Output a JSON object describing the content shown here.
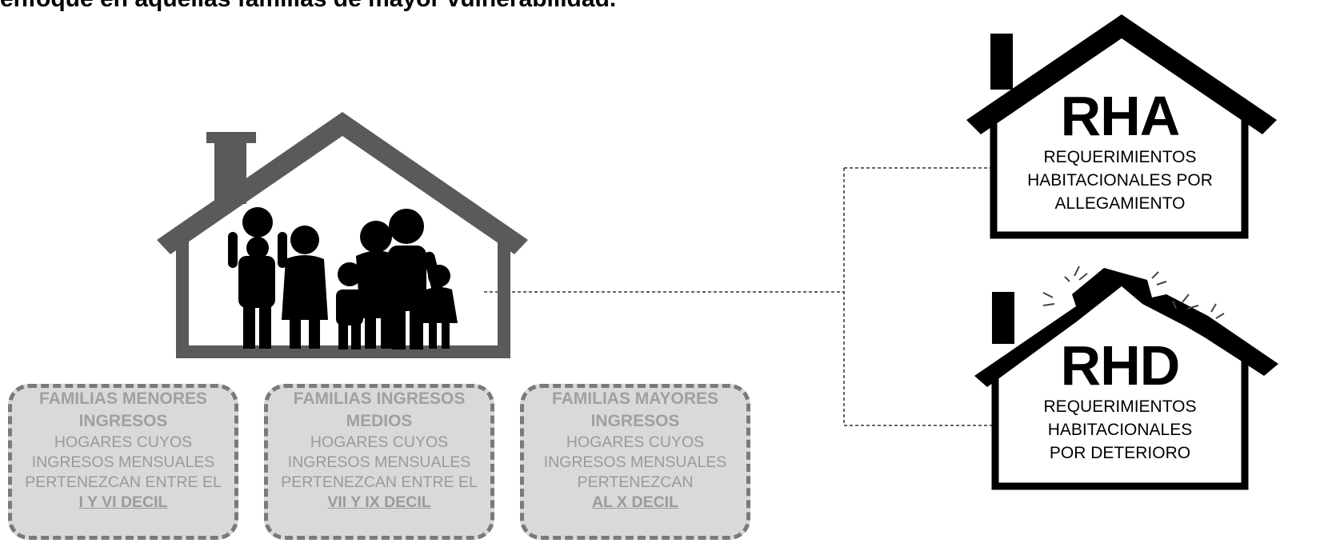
{
  "headline": "enfoque en aquellas familias de mayor vulnerabilidad.",
  "income_groups": [
    {
      "title": "FAMILIAS MENORES INGRESOS",
      "description": "HOGARES CUYOS INGRESOS MENSUALES PERTENEZCAN ENTRE EL",
      "decile": "I Y VI DECIL"
    },
    {
      "title": "FAMILIAS INGRESOS MEDIOS",
      "description": "HOGARES CUYOS INGRESOS MENSUALES PERTENEZCAN ENTRE EL",
      "decile": "VII Y IX DECIL"
    },
    {
      "title": "FAMILIAS MAYORES INGRESOS",
      "description": "HOGARES CUYOS INGRESOS MENSUALES PERTENEZCAN",
      "decile": "AL X DECIL"
    }
  ],
  "requirements": [
    {
      "abbr": "RHA",
      "description": "REQUERIMIENTOS HABITACIONALES POR ALLEGAMIENTO"
    },
    {
      "abbr": "RHD",
      "description": "REQUERIMIENTOS HABITACIONALES POR DETERIORO"
    }
  ],
  "colors": {
    "box_fill": "#d9d9d9",
    "box_border": "#7a7a7a",
    "box_text": "#9a9a9a",
    "house_gray": "#5a5a5a",
    "house_black": "#000000",
    "connector": "#333333"
  }
}
